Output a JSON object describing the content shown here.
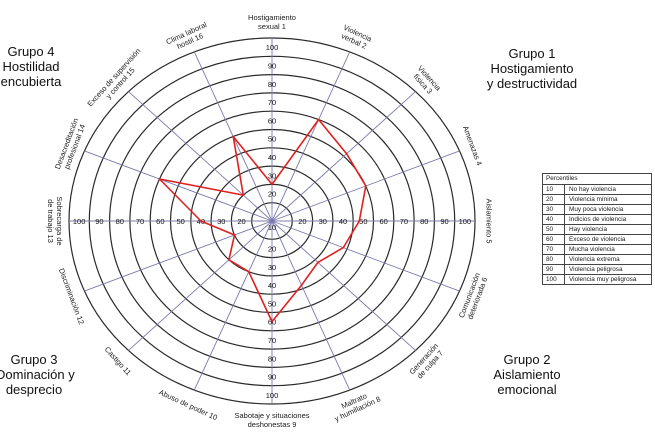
{
  "chart_data": {
    "type": "radar",
    "title": "",
    "axes": [
      {
        "id": 1,
        "label_lines": [
          "Hostigamiento",
          "sexual 1"
        ]
      },
      {
        "id": 2,
        "label_lines": [
          "Violencia",
          "verbal 2"
        ]
      },
      {
        "id": 3,
        "label_lines": [
          "Violencia",
          "física 3"
        ]
      },
      {
        "id": 4,
        "label_lines": [
          "Amenazas 4"
        ]
      },
      {
        "id": 5,
        "label_lines": [
          "Aislamiento 5"
        ]
      },
      {
        "id": 6,
        "label_lines": [
          "Comunicación",
          "deteriorada 6"
        ]
      },
      {
        "id": 7,
        "label_lines": [
          "Generación",
          "de culpa 7"
        ]
      },
      {
        "id": 8,
        "label_lines": [
          "Maltrato",
          "y humillación 8"
        ]
      },
      {
        "id": 9,
        "label_lines": [
          "Sabotaje y situaciones",
          "deshonestas 9"
        ]
      },
      {
        "id": 10,
        "label_lines": [
          "Abuso de poder 10"
        ]
      },
      {
        "id": 11,
        "label_lines": [
          "Castigo 11"
        ]
      },
      {
        "id": 12,
        "label_lines": [
          "Discriminación 12"
        ]
      },
      {
        "id": 13,
        "label_lines": [
          "Sobrecarga de",
          "de trabajo 13"
        ]
      },
      {
        "id": 14,
        "label_lines": [
          "Desacreditación",
          "profesional 14"
        ]
      },
      {
        "id": 15,
        "label_lines": [
          "Exceso de supervisión",
          "y control 15"
        ]
      },
      {
        "id": 16,
        "label_lines": [
          "Clima laboral",
          "hostil 16"
        ]
      }
    ],
    "scale_ticks": [
      10,
      20,
      30,
      40,
      50,
      60,
      70,
      80,
      90,
      100
    ],
    "rlim": [
      0,
      100
    ],
    "series": [
      {
        "color": "#e02020",
        "values": [
          20,
          60,
          52,
          50,
          43,
          38,
          32,
          38,
          55,
          30,
          30,
          20,
          35,
          60,
          20,
          50
        ]
      }
    ],
    "grid": true
  },
  "groups": {
    "g1": [
      "Grupo 1",
      "Hostigamiento",
      "y destructividad"
    ],
    "g2": [
      "Grupo 2",
      "Aislamiento",
      "emocional"
    ],
    "g3": [
      "Grupo 3",
      "Dominación y",
      "desprecio"
    ],
    "g4": [
      "Grupo 4",
      "Hostilidad",
      "encubierta"
    ]
  },
  "legend": {
    "title": "Percentiles",
    "rows": [
      {
        "value": "10",
        "label": "No hay violencia"
      },
      {
        "value": "20",
        "label": "Violencia mínima"
      },
      {
        "value": "30",
        "label": "Muy poca violencia"
      },
      {
        "value": "40",
        "label": "Indicios de violencia"
      },
      {
        "value": "50",
        "label": "Hay violencia"
      },
      {
        "value": "60",
        "label": "Exceso de violencia"
      },
      {
        "value": "70",
        "label": "Mucha violencia"
      },
      {
        "value": "80",
        "label": "Violencia extrema"
      },
      {
        "value": "90",
        "label": "Violencia peligrosa"
      },
      {
        "value": "100",
        "label": "Violencia muy peligrosa"
      }
    ]
  },
  "colors": {
    "grid": "#2a2a2a",
    "spokes": "#7b7bb0",
    "series": "#e02020"
  }
}
